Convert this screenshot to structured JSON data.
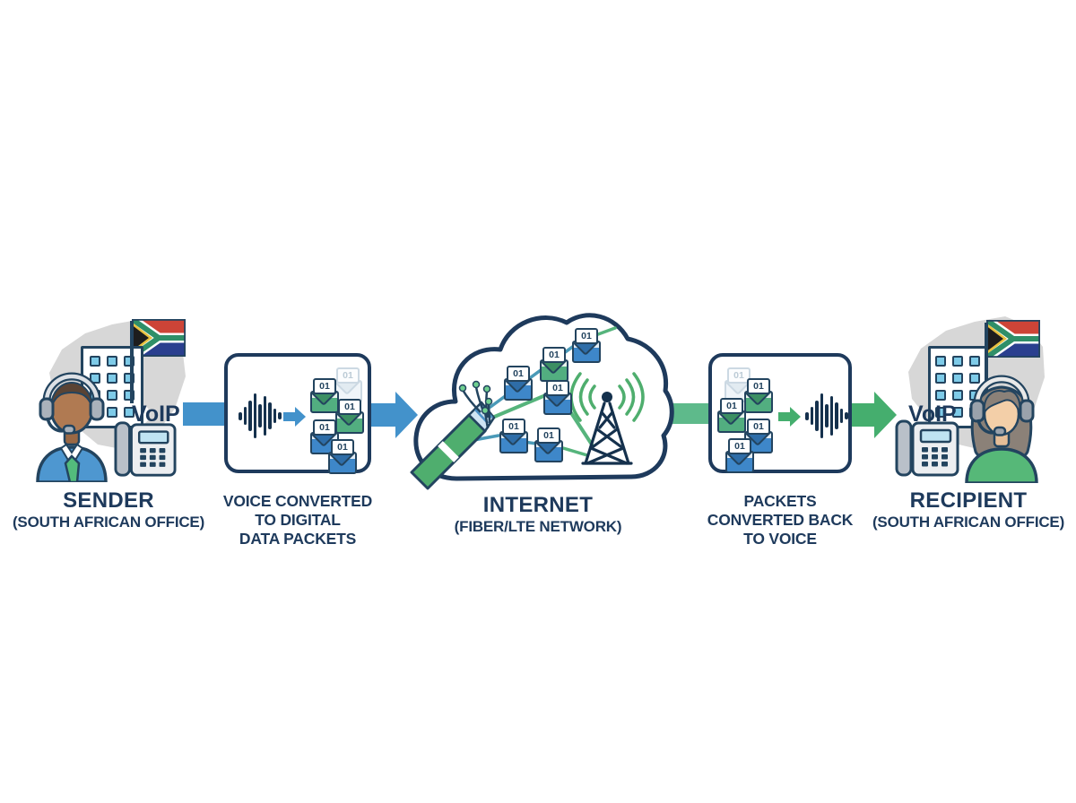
{
  "packet": {
    "label": "01"
  },
  "nodes": {
    "sender": {
      "title": "SENDER",
      "subtitle": "(SOUTH AFRICAN OFFICE)",
      "voip": "VoIP"
    },
    "encode": {
      "lines": [
        "VOICE CONVERTED",
        "TO DIGITAL",
        "DATA PACKETS"
      ]
    },
    "internet": {
      "title": "INTERNET",
      "subtitle": "(FIBER/LTE NETWORK)"
    },
    "decode": {
      "lines": [
        "PACKETS",
        "CONVERTED BACK",
        "TO VOICE"
      ]
    },
    "recipient": {
      "title": "RECIPIENT",
      "subtitle": "(SOUTH AFRICAN OFFICE)",
      "voip": "VoIP"
    }
  },
  "colors": {
    "navy_outline": "#23445f",
    "text_navy": "#1e3a5c",
    "arrow_blue": "#4392cb",
    "arrow_green": "#45ae6e",
    "band_green": "#5eba8b",
    "packet_blue": "#3e87c9",
    "packet_green": "#52ae80",
    "window_blue": "#7ecbe8",
    "map_gray": "#d7d7d7"
  }
}
